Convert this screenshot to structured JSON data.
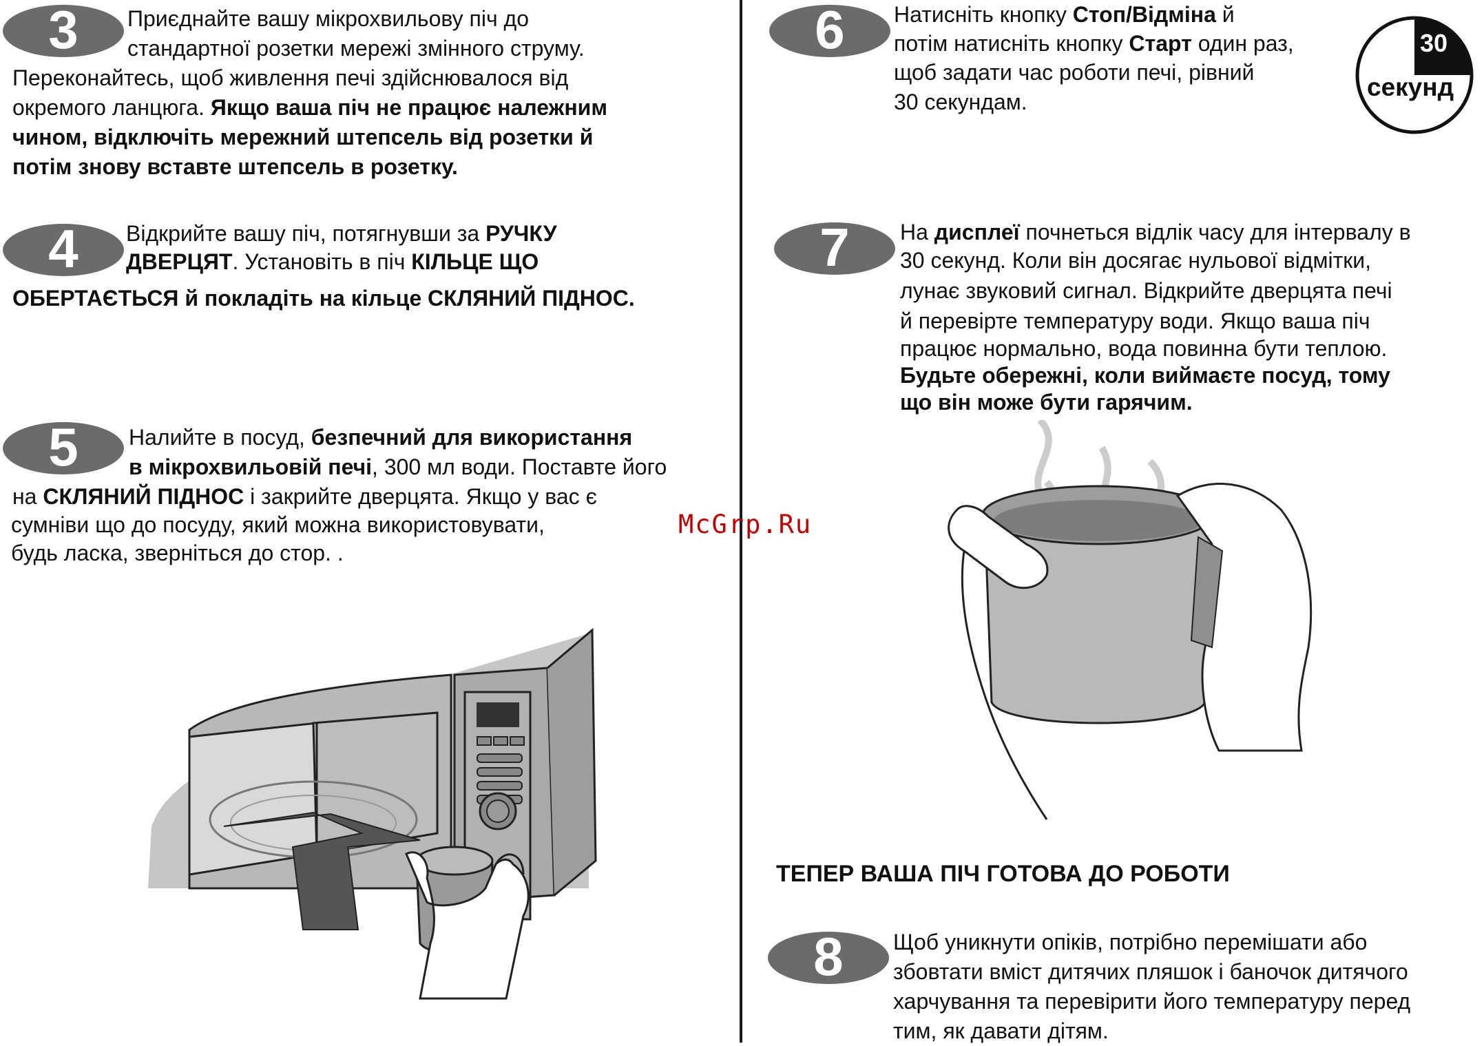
{
  "steps": [
    {
      "number": "3",
      "lines": [
        [
          "Приєднайте вашу мікрохвильову піч до"
        ],
        [
          "стандартної розетки мережі змінного струму."
        ],
        [
          "Переконайтесь, щоб живлення печі здійснювалося від"
        ],
        [
          "окремого ланцюга. ",
          "Якщо ваша піч не працює належним"
        ],
        [
          "чином, відключіть мережний штепсель від розетки й"
        ],
        [
          "потім знову вставте штепсель в розетку."
        ]
      ]
    },
    {
      "number": "4",
      "lines": [
        [
          "Відкрийте вашу піч, потягнувши за ",
          "РУЧКУ"
        ],
        [
          "ДВЕРЦЯТ",
          ". Установіть в піч ",
          "КІЛЬЦЕ ЩО"
        ],
        [
          "ОБЕРТАЄТЬСЯ й покладіть на кільце СКЛЯНИЙ ПІДНОС."
        ]
      ]
    },
    {
      "number": "5",
      "lines": [
        [
          "Налийте в посуд, ",
          "безпечний  для використання"
        ],
        [
          "в мікрохвильовій печі",
          ", 300 мл води. Поставте його"
        ],
        [
          "на ",
          "СКЛЯНИЙ ПІДНОС",
          "  і закрийте дверцята. Якщо у вас є"
        ],
        [
          "сумніви що до посуду, який  можна використовувати,"
        ],
        [
          "будь ласка, зверніться до стор.            ."
        ]
      ]
    },
    {
      "number": "6",
      "lines": [
        [
          "Натисніть кнопку ",
          "Стоп/Відміна",
          " й"
        ],
        [
          "потім натисніть кнопку ",
          "Старт",
          " один раз,"
        ],
        [
          "щоб задати час роботи печі, рівний"
        ],
        [
          "30 секундам."
        ]
      ]
    },
    {
      "number": "7",
      "lines": [
        [
          "На ",
          "дисплеї",
          " почнеться відлік часу для інтервалу в"
        ],
        [
          "30 секунд. Коли він досягає нульової  відмітки,"
        ],
        [
          "лунає звуковий сигнал.  Відкрийте дверцята печі"
        ],
        [
          "й перевірте температуру води. Якщо ваша піч"
        ],
        [
          "працює нормально, вода повинна бути теплою."
        ],
        [
          "Будьте обережні, коли виймаєте посуд, тому"
        ],
        [
          "що він може бути гарячим."
        ]
      ]
    },
    {
      "number": "8",
      "lines": [
        [
          "Щоб уникнути опіків, потрібно перемішати або"
        ],
        [
          "збовтати вміст дитячих пляшок і баночок дитячого"
        ],
        [
          "харчування та перевірити його температуру перед"
        ],
        [
          "тим, як давати дітям."
        ]
      ]
    }
  ],
  "timer": {
    "value": "30",
    "unit": "секунд"
  },
  "ready_heading": "ТЕПЕР ВАША ПІЧ ГОТОВА ДО РОБОТИ",
  "watermark": "McGrp.Ru",
  "colors": {
    "badge": "#6b6b6b",
    "illustration_gray": "#b5b5b5",
    "dark_gray": "#555555"
  }
}
